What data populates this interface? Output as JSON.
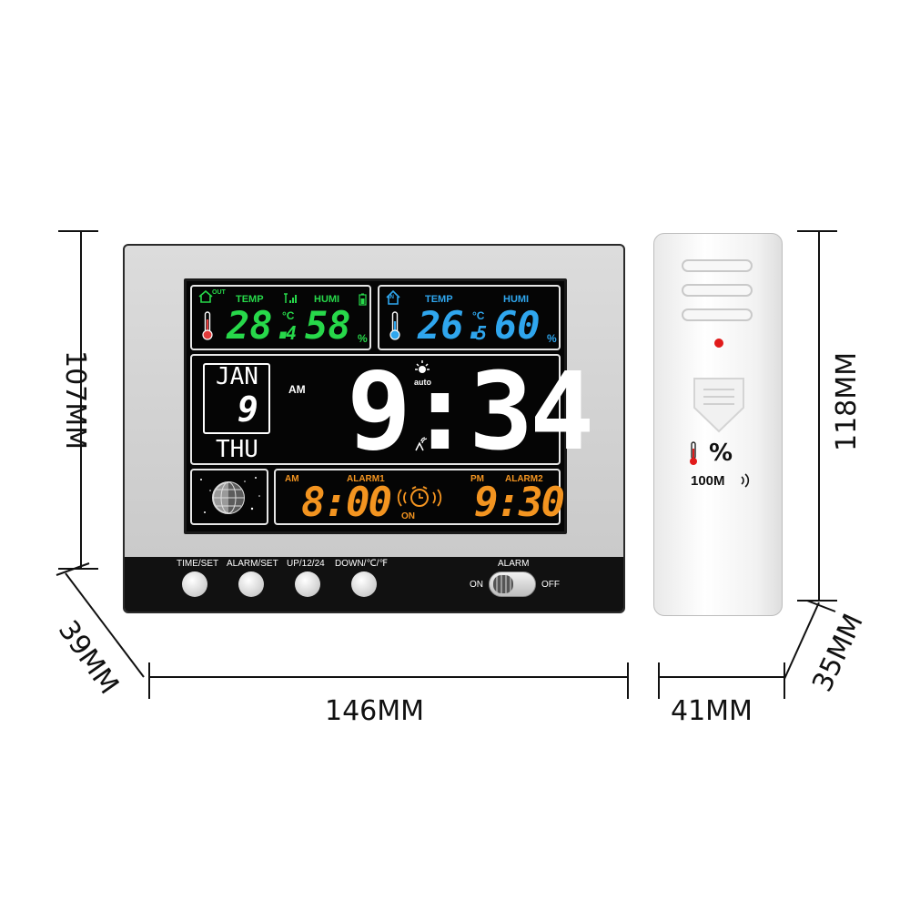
{
  "dimensions": {
    "main_height": "107MM",
    "main_depth": "39MM",
    "main_width": "146MM",
    "sensor_width": "41MM",
    "sensor_height": "118MM",
    "sensor_depth": "35MM"
  },
  "outdoor": {
    "temp_label": "TEMP",
    "humi_label": "HUMI",
    "out_label": "OUT",
    "temp_value": "28.",
    "temp_unit": "°C",
    "temp_decimal": "4",
    "humi_value": "58",
    "humi_unit": "%",
    "color": "#27d84a"
  },
  "indoor": {
    "temp_label": "TEMP",
    "humi_label": "HUMI",
    "in_label": "IN",
    "temp_value": "26.",
    "temp_unit": "°C",
    "temp_decimal": "5",
    "humi_value": "60",
    "humi_unit": "%",
    "color": "#2fa6ee"
  },
  "clock": {
    "month": "JAN",
    "day": "9",
    "weekday": "THU",
    "ampm": "AM",
    "time": "9:34",
    "auto_label": "auto"
  },
  "alarms": {
    "alarm1_label": "ALARM1",
    "alarm1_ampm": "AM",
    "alarm1_time": "8:00",
    "status": "ON",
    "alarm2_label": "ALARM2",
    "alarm2_ampm": "PM",
    "alarm2_time": "9:30",
    "color": "#f39420"
  },
  "buttons": {
    "time_set": "TIME/SET",
    "alarm_set": "ALARM/SET",
    "up": "UP/12/24",
    "down": "DOWN/℃/℉",
    "alarm_switch": "ALARM",
    "on": "ON",
    "off": "OFF"
  },
  "sensor": {
    "symbol": "%",
    "range": "100M"
  },
  "icons": [
    "house-icon",
    "thermometer-icon",
    "signal-icon",
    "battery-icon",
    "brightness-auto-icon",
    "antenna-icon",
    "moon-phase-icon",
    "alarm-clock-icon",
    "wireless-icon"
  ]
}
